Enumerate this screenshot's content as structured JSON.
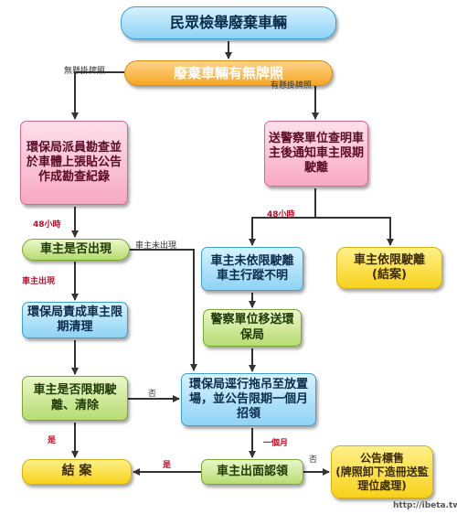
{
  "nodes": {
    "title": "民眾檢舉廢棄車輛",
    "plate_check": "廢棄車輛有無牌照",
    "epa_inspect": "環保局派員勘查並於車體上張貼公告作成勘查紀錄",
    "police_notify": "送警察單位查明車主後通知車主限期駛離",
    "owner_appear": "車主是否出現",
    "owner_not_left": "車主未依限駛離\n車主行蹤不明",
    "owner_left": "車主依限駛離\n(結案)",
    "epa_order": "環保局責成車主限期清理",
    "police_transfer": "警察單位移送環保局",
    "owner_deadline": "車主是否限期駛離、清除",
    "tow": "環保局逕行拖吊至放置場，並公告限期一個月招領",
    "close": "結 案",
    "owner_claim": "車主出面認領",
    "auction": "公告標售\n(牌照卸下造冊送監理位處理)"
  },
  "labels": {
    "no_plate": "無懸掛牌照",
    "has_plate": "有懸掛牌照",
    "h48_left": "48小時",
    "h48_right": "48小時",
    "owner_absent": "車主未出現",
    "owner_present": "車主出現",
    "no_mid": "否",
    "yes_left": "是",
    "yes_bottom": "是",
    "one_month": "一個月",
    "no_right": "否"
  },
  "watermark": "http://ibeta.tw",
  "colors": {
    "arrow": "#333333",
    "red": "#c0102a"
  }
}
